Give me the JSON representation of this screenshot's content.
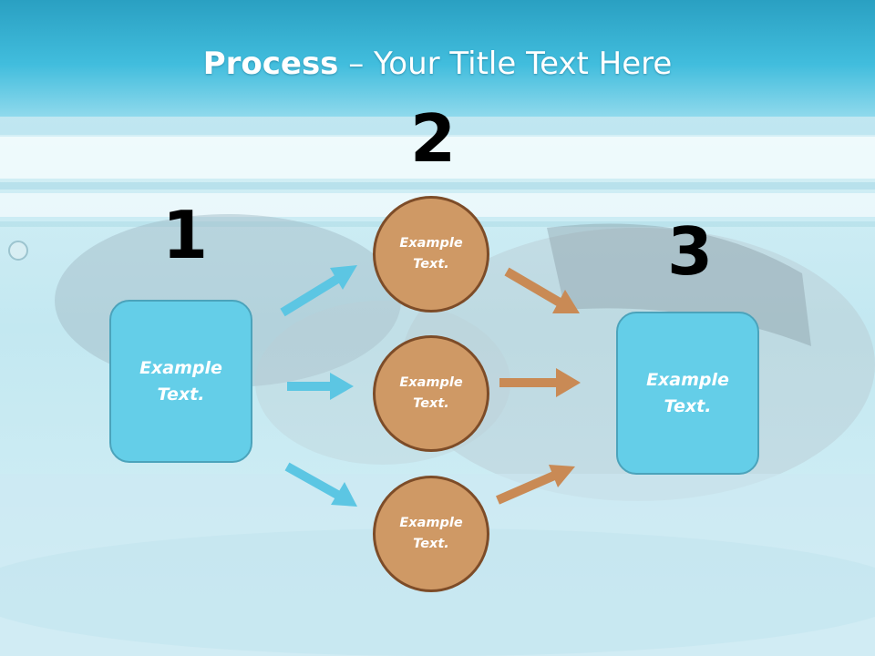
{
  "slide": {
    "title_bold": "Process",
    "title_rest": " – Your Title Text Here"
  },
  "steps": {
    "n1": "1",
    "n2": "2",
    "n3": "3"
  },
  "left_box": {
    "line1": "Example",
    "line2": "Text."
  },
  "right_box": {
    "line1": "Example",
    "line2": "Text."
  },
  "circles": [
    {
      "line1": "Example",
      "line2": "Text."
    },
    {
      "line1": "Example",
      "line2": "Text."
    },
    {
      "line1": "Example",
      "line2": "Text."
    }
  ],
  "colors": {
    "header": "#36b3d2",
    "box_fill": "#64cee8",
    "circle_fill": "#cf9965",
    "circle_border": "#7d4c28",
    "arrow_blue": "#5cc6e3",
    "arrow_brown": "#c98a55"
  }
}
